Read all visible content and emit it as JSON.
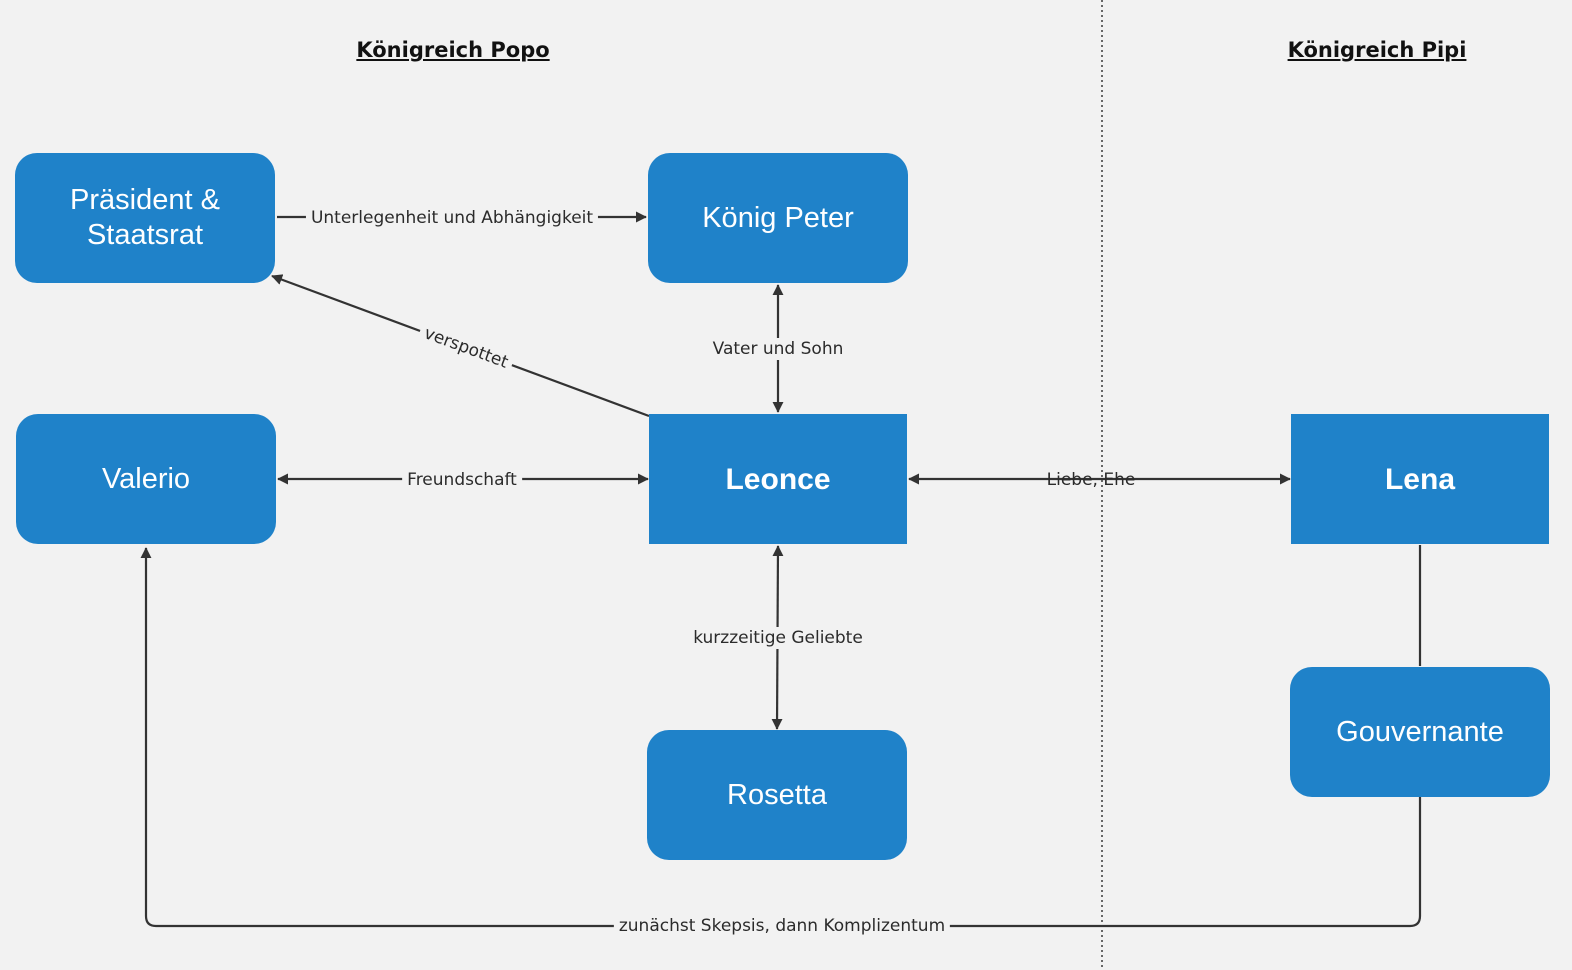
{
  "regions": {
    "left": "Königreich Popo",
    "right": "Königreich Pipi"
  },
  "nodes": {
    "praesident": "Präsident & Staatsrat",
    "koenig": "König Peter",
    "valerio": "Valerio",
    "leonce": "Leonce",
    "lena": "Lena",
    "rosetta": "Rosetta",
    "gouvernante": "Gouvernante"
  },
  "edges": {
    "unterlegenheit": "Unterlegenheit und Abhängigkeit",
    "verspottet": "verspottet",
    "vater_sohn": "Vater und Sohn",
    "freundschaft": "Freundschaft",
    "liebe_ehe": "Liebe, Ehe",
    "geliebte": "kurzzeitige Geliebte",
    "skepsis": "zunächst Skepsis, dann Komplizentum"
  },
  "colors": {
    "node_fill": "#1f82c9",
    "node_text": "#ffffff",
    "edge": "#333333",
    "background": "#f2f2f2"
  }
}
